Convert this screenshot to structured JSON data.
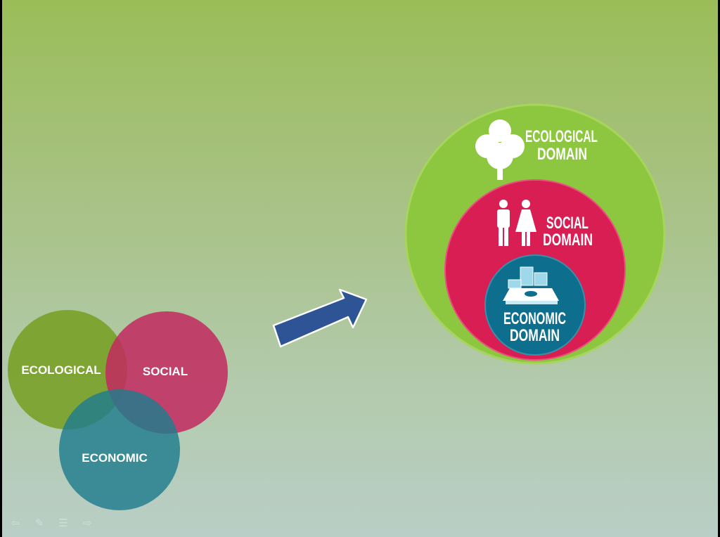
{
  "venn": {
    "ecological_label": "ECOLOGICAL",
    "social_label": "SOCIAL",
    "economic_label": "ECONOMIC"
  },
  "nested": {
    "ecological_line1": "ECOLOGICAL",
    "ecological_line2": "DOMAIN",
    "social_line1": "SOCIAL",
    "social_line2": "DOMAIN",
    "economic_line1": "ECONOMIC",
    "economic_line2": "DOMAIN"
  },
  "colors": {
    "ecological": "#7aa22a",
    "social": "#c8356a",
    "economic": "#2e8792",
    "nested_ecological": "#8dc63f",
    "nested_social": "#d91e54",
    "nested_economic": "#0e6e8e",
    "arrow": "#2f5496"
  },
  "controls": [
    "prev-arrow-icon",
    "pen-icon",
    "menu-icon",
    "next-arrow-icon"
  ]
}
